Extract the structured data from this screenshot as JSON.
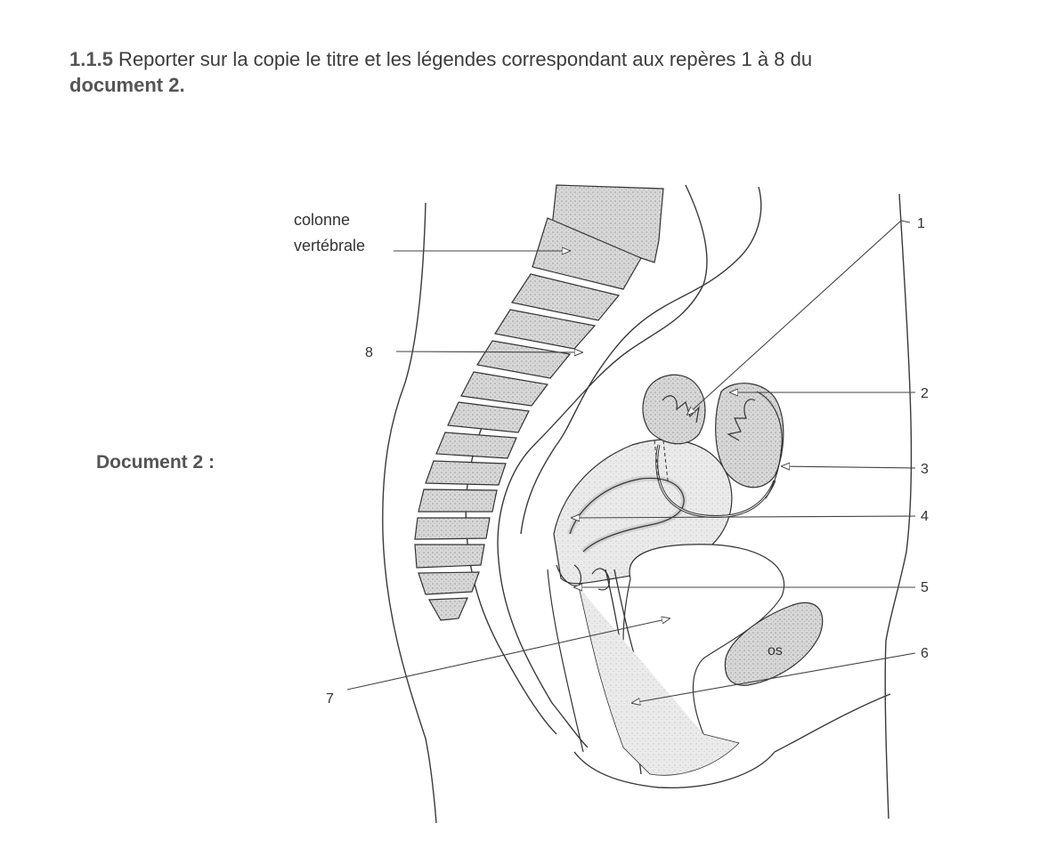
{
  "instruction": {
    "number": "1.1.5",
    "text": " Reporter sur la copie le titre et les légendes correspondant aux repères 1 à 8 du ",
    "doc_ref": "document 2."
  },
  "document_label": "Document 2 :",
  "figure": {
    "spine_label_line1": "colonne",
    "spine_label_line2": "vertébrale",
    "bone_label": "os",
    "markers": [
      "1",
      "2",
      "3",
      "4",
      "5",
      "6",
      "7",
      "8"
    ]
  },
  "colors": {
    "ink": "#3a3a3a",
    "stipple": "#c9c9c9",
    "paper": "#ffffff"
  }
}
